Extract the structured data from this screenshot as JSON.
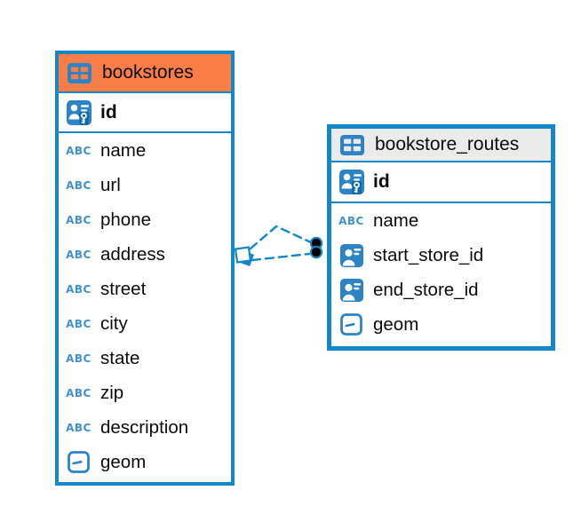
{
  "colors": {
    "accent_blue": "#1287C9",
    "icon_blue": "#2C84C6",
    "abc_blue": "#4191CE",
    "header_orange": "#F87D46",
    "header_gray": "#EBEBEB",
    "endpoint_dot": "#000000",
    "canvas_background": "#FFFFFF"
  },
  "entities": [
    {
      "title": "bookstores",
      "header_style": "orange",
      "primary_key": {
        "name": "id",
        "icon": "pk"
      },
      "columns": [
        {
          "name": "name",
          "icon": "abc"
        },
        {
          "name": "url",
          "icon": "abc"
        },
        {
          "name": "phone",
          "icon": "abc"
        },
        {
          "name": "address",
          "icon": "abc"
        },
        {
          "name": "street",
          "icon": "abc"
        },
        {
          "name": "city",
          "icon": "abc"
        },
        {
          "name": "state",
          "icon": "abc"
        },
        {
          "name": "zip",
          "icon": "abc"
        },
        {
          "name": "description",
          "icon": "abc"
        },
        {
          "name": "geom",
          "icon": "geom"
        }
      ]
    },
    {
      "title": "bookstore_routes",
      "header_style": "gray",
      "primary_key": {
        "name": "id",
        "icon": "pk"
      },
      "columns": [
        {
          "name": "name",
          "icon": "abc"
        },
        {
          "name": "start_store_id",
          "icon": "fk"
        },
        {
          "name": "end_store_id",
          "icon": "fk"
        },
        {
          "name": "geom",
          "icon": "geom"
        }
      ]
    }
  ],
  "relationships": [
    {
      "from_entity": "bookstores",
      "to_entity": "bookstore_routes",
      "line_style": "dashed",
      "source_marker": "square",
      "target_marker": "dot"
    },
    {
      "from_entity": "bookstores",
      "to_entity": "bookstore_routes",
      "line_style": "dashed",
      "source_marker": "square",
      "target_marker": "dot"
    }
  ]
}
